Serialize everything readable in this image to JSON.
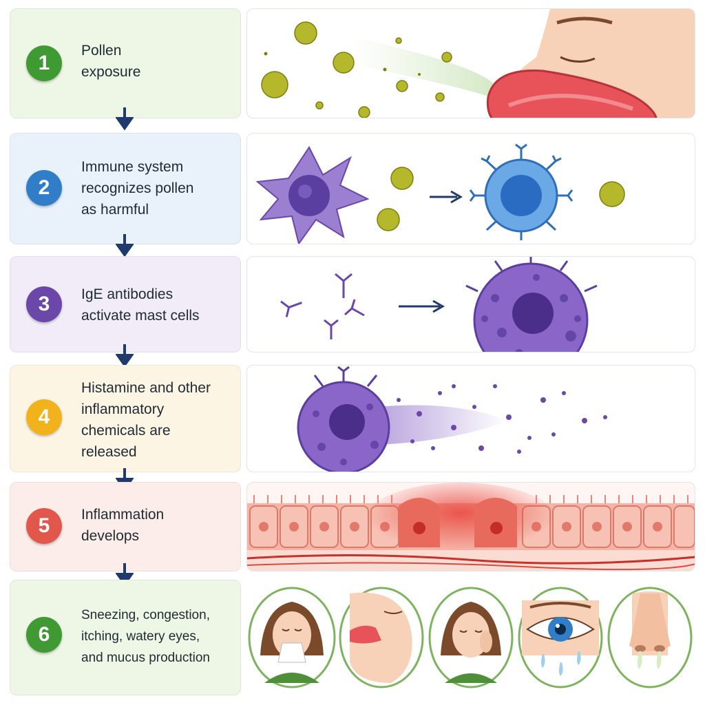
{
  "colors": {
    "step1": "#3f9a34",
    "step2": "#2f7ec7",
    "step3": "#6a47a8",
    "step4": "#f2b21c",
    "step5": "#e2574c",
    "step6": "#3f9a34",
    "panel1": "#eef6e6",
    "panel2": "#e9f1fb",
    "panel3": "#f1ecf8",
    "panel4": "#fdf5e4",
    "panel5": "#fcecea",
    "panel6": "#eef6e6",
    "arrow": "#1f3a6d",
    "pollen": "#b5b82a",
    "mast_cell": "#7a54b8",
    "b_cell": "#4a90d9",
    "inflammation": "#e8453c"
  },
  "steps": [
    {
      "number": "1",
      "lines": [
        "Pollen",
        "exposure"
      ],
      "icons": [
        "pollen-icon",
        "nose-icon"
      ]
    },
    {
      "number": "2",
      "lines": [
        "Immune system",
        "recognizes pollen",
        "as harmful"
      ],
      "icons": [
        "dendritic-cell-icon",
        "b-cell-icon"
      ]
    },
    {
      "number": "3",
      "lines": [
        "IgE antibodies",
        "activate mast cells"
      ],
      "icons": [
        "antibody-icon",
        "mast-cell-icon"
      ]
    },
    {
      "number": "4",
      "lines": [
        "Histamine and other",
        "inflammatory",
        "chemicals are",
        "released"
      ],
      "icons": [
        "degranulating-mast-cell-icon"
      ]
    },
    {
      "number": "5",
      "lines": [
        "Inflammation",
        "develops"
      ],
      "icons": [
        "inflamed-tissue-icon"
      ]
    },
    {
      "number": "6",
      "lines": [
        "Sneezing, congestion,",
        "itching, watery eyes,",
        "and mucus production"
      ],
      "icons": [
        "sneezing-person-icon",
        "red-nose-icon",
        "itchy-eyes-person-icon",
        "watery-eye-icon",
        "runny-nose-icon"
      ]
    }
  ]
}
